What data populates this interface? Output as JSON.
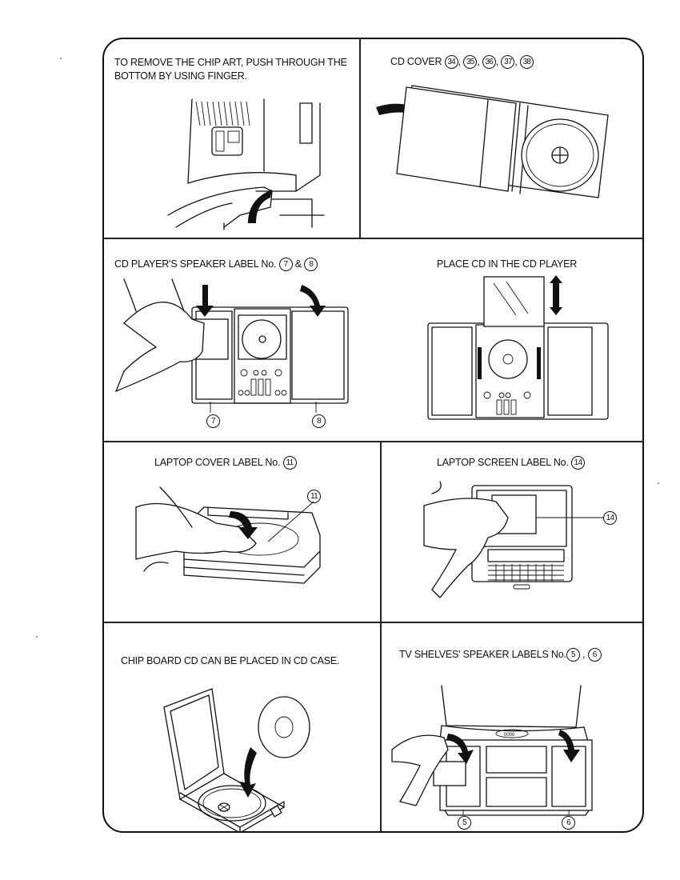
{
  "panels": {
    "remove_chip_art": {
      "caption": "TO REMOVE THE CHIP ART, PUSH THROUGH THE BOTTOM BY USING FINGER."
    },
    "cd_cover": {
      "caption": "CD COVER",
      "label_numbers": [
        "34",
        "35",
        "36",
        "37",
        "38"
      ],
      "separator": ","
    },
    "cd_player_speaker": {
      "caption": "CD PLAYER'S SPEAKER LABEL No.",
      "label_numbers": [
        "7",
        "8"
      ],
      "conjunction": "&",
      "callouts": [
        "7",
        "8"
      ]
    },
    "place_cd": {
      "caption": "PLACE CD IN THE CD PLAYER"
    },
    "laptop_cover": {
      "caption": "LAPTOP COVER LABEL No.",
      "label_numbers": [
        "11"
      ],
      "callouts": [
        "11"
      ]
    },
    "laptop_screen": {
      "caption": "LAPTOP SCREEN LABEL No.",
      "label_numbers": [
        "14"
      ],
      "callouts": [
        "14"
      ]
    },
    "cd_case": {
      "caption": "CHIP BOARD CD CAN BE PLACED IN CD CASE."
    },
    "tv_shelves": {
      "caption": "TV SHELVES' SPEAKER LABELS No.",
      "label_numbers": [
        "5",
        "6"
      ],
      "separator": ",",
      "callouts": [
        "5",
        "6"
      ],
      "tv_display": "0000"
    }
  }
}
